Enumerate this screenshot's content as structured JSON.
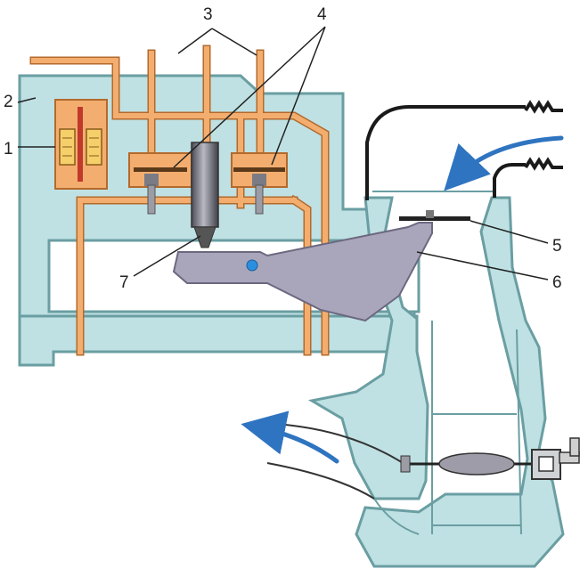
{
  "callouts": {
    "c1": "1",
    "c2": "2",
    "c3": "3",
    "c4": "4",
    "c5": "5",
    "c6": "6",
    "c7": "7"
  },
  "colors": {
    "body_fill": "#bfe1e3",
    "body_stroke": "#6a9ea2",
    "channel_fill": "#f3ae6f",
    "channel_stroke": "#b36a2c",
    "lever_fill": "#a9a6bb",
    "lever_stroke": "#6c6880",
    "coil_red": "#c0392b",
    "flow_arrow": "#2f74c0",
    "wire": "#1a1a1a",
    "pivot_dot": "#2b8fe0"
  },
  "icons": [
    "flow-arrow-icon",
    "spring-coil-icon",
    "pivot-dot-icon"
  ]
}
